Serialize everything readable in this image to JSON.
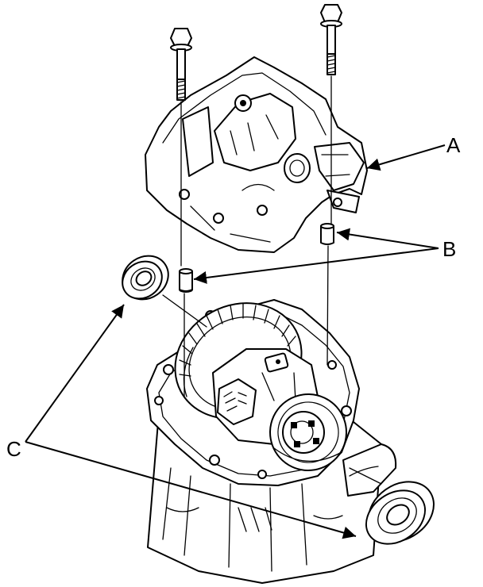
{
  "callouts": {
    "a": {
      "label": "A",
      "part": "upper-case-cover"
    },
    "b": {
      "label": "B",
      "part": "dowel-pins"
    },
    "c": {
      "label": "C",
      "part": "oil-seals"
    }
  },
  "colors": {
    "line": "#000000",
    "background": "#ffffff"
  }
}
